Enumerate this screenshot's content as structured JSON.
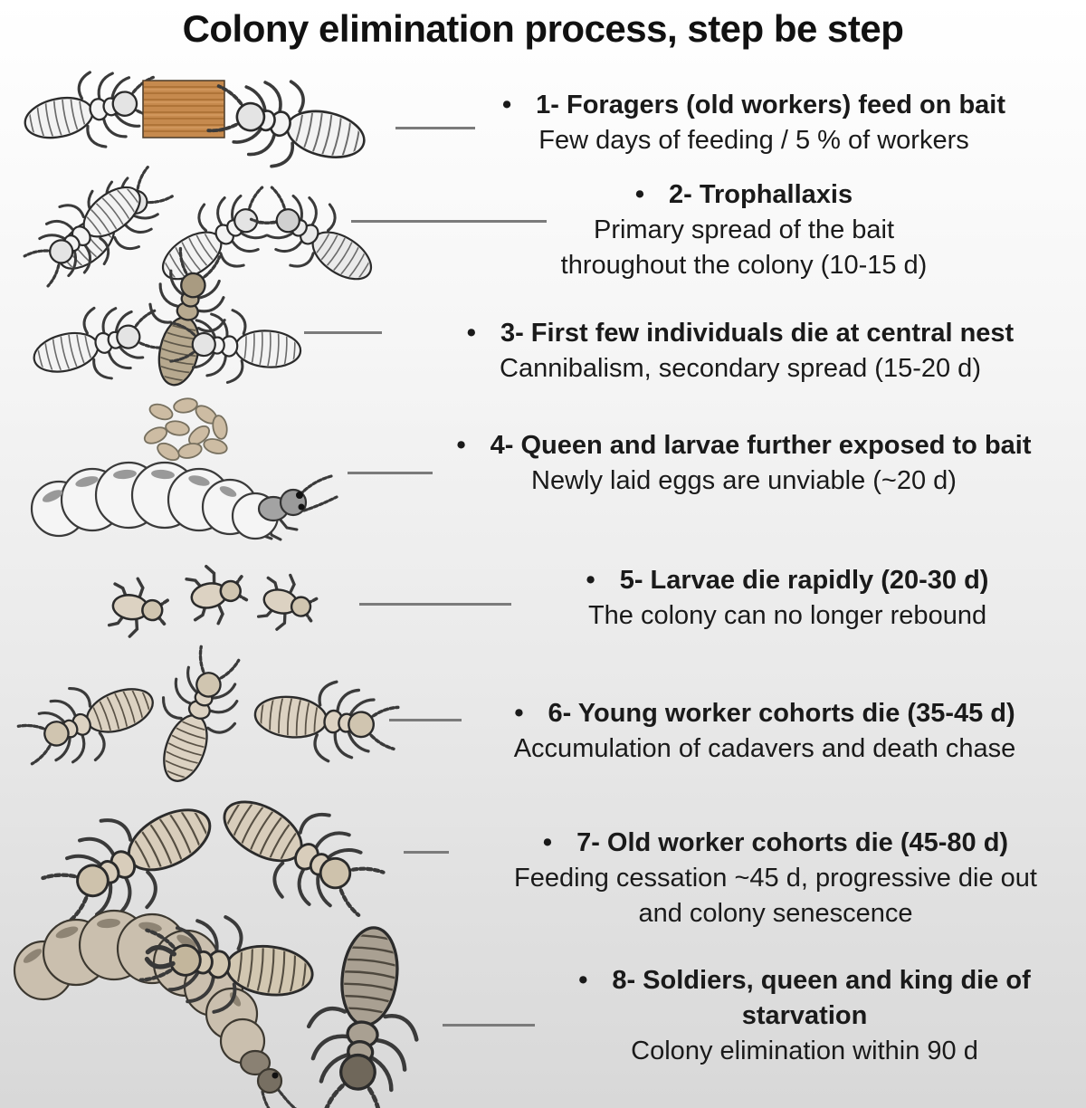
{
  "title": "Colony elimination process, step be step",
  "bullet": "•",
  "colors": {
    "background_top": "#ffffff",
    "background_bottom": "#d8d8d8",
    "connector_line": "#7b7b7b",
    "text": "#1a1a1a",
    "bait_wood": "#c68a4e",
    "white_termite": "#f3f3f3",
    "tan_dead_termite": "#d8cdbb"
  },
  "steps": [
    {
      "number": 1,
      "heading_lines": [
        "1- Foragers (old workers) feed on bait"
      ],
      "desc_lines": [
        "Few days of feeding / 5 % of workers"
      ],
      "illustration": "two-forager-workers-feeding-on-wood-bait-block"
    },
    {
      "number": 2,
      "heading_lines": [
        "2- Trophallaxis"
      ],
      "desc_lines": [
        "Primary spread of the bait",
        "throughout the colony (10-15 d)"
      ],
      "illustration": "workers-exchanging-food-trophallaxis-cluster"
    },
    {
      "number": 3,
      "heading_lines": [
        "3- First few individuals die at central nest"
      ],
      "desc_lines": [
        "Cannibalism, secondary spread (15-20 d)"
      ],
      "illustration": "two-workers-beside-first-dead-individual"
    },
    {
      "number": 4,
      "heading_lines": [
        "4- Queen  and larvae further exposed to bait"
      ],
      "desc_lines": [
        "Newly laid eggs are unviable (~20 d)"
      ],
      "illustration": "queen-with-egg-cluster"
    },
    {
      "number": 5,
      "heading_lines": [
        "5- Larvae die rapidly (20-30 d)"
      ],
      "desc_lines": [
        "The colony can no longer rebound"
      ],
      "illustration": "three-dead-larvae"
    },
    {
      "number": 6,
      "heading_lines": [
        "6- Young worker cohorts die (35-45 d)"
      ],
      "desc_lines": [
        "Accumulation of cadavers and death chase"
      ],
      "illustration": "three-dead-young-workers"
    },
    {
      "number": 7,
      "heading_lines": [
        "7- Old worker cohorts die (45-80 d)"
      ],
      "desc_lines": [
        "Feeding cessation ~45 d, progressive die out",
        "and colony senescence"
      ],
      "illustration": "two-dead-old-workers"
    },
    {
      "number": 8,
      "heading_lines": [
        "8- Soldiers, queen and king die of",
        "starvation"
      ],
      "desc_lines": [
        "Colony elimination within 90 d"
      ],
      "illustration": "dead-queen-soldier-and-king"
    }
  ]
}
